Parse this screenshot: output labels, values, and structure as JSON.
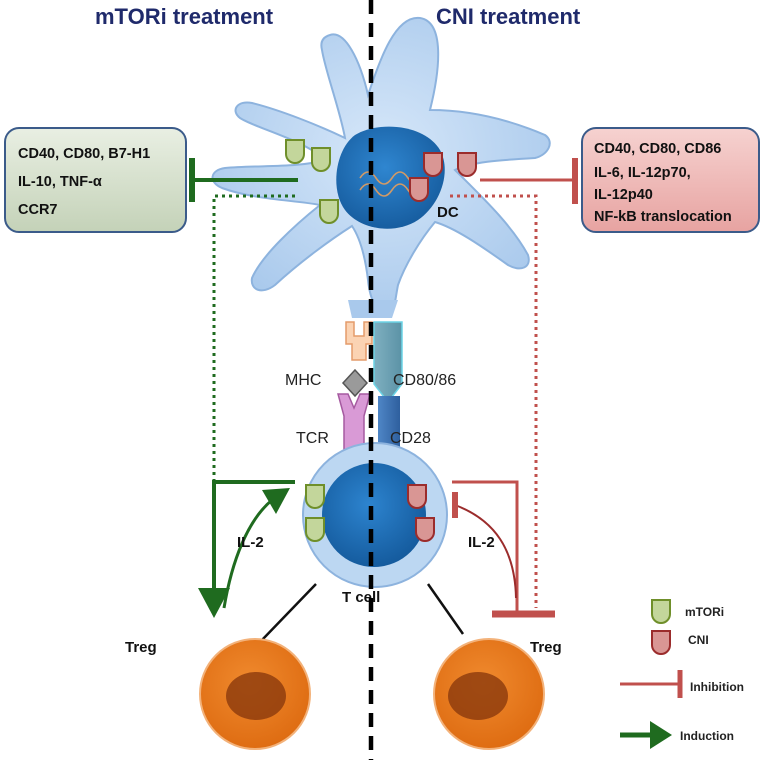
{
  "headers": {
    "left": "mTORi treatment",
    "right": "CNI treatment"
  },
  "left_box": {
    "lines": [
      "CD40, CD80, B7-H1",
      "IL-10, TNF-α",
      "CCR7"
    ]
  },
  "right_box": {
    "lines": [
      "CD40, CD80, CD86",
      "IL-6, IL-12p70,",
      "IL-12p40",
      "NF-kB translocation"
    ]
  },
  "labels": {
    "dc": "DC",
    "mhc": "MHC",
    "cd80_86": "CD80/86",
    "tcr": "TCR",
    "cd28": "CD28",
    "il2_left": "IL-2",
    "il2_right": "IL-2",
    "t_cell": "T cell",
    "treg_left": "Treg",
    "treg_right": "Treg"
  },
  "legend": {
    "mtori": "mTORi",
    "cni": "CNI",
    "inhibition": "Inhibition",
    "induction": "Induction"
  },
  "colors": {
    "mtori_fill": "#c3d69b",
    "mtori_stroke": "#6f8f2a",
    "cni_fill": "#d99694",
    "cni_stroke": "#9b2c2c",
    "induction": "#1f6b1f",
    "inhibition": "#c0504d",
    "header": "#1f2a6b",
    "cell_body": "#bcd7f2",
    "nucleus": "#1f6fb8",
    "treg": "#e8761a"
  }
}
